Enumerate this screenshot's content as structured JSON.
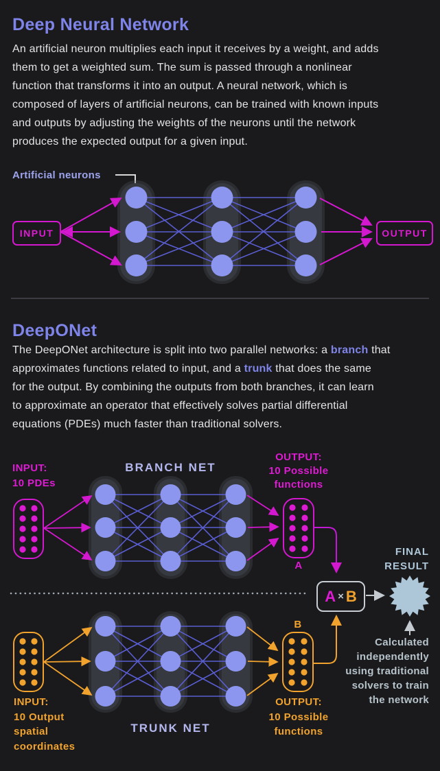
{
  "colors": {
    "background": "#1a1a1c",
    "heading_purple": "#7e84e8",
    "body_text": "#e4e4e6",
    "magenta": "#dd1bd3",
    "orange": "#f1a32e",
    "neuron_blue": "#8c96ef",
    "connection_blue": "#5a5ed2",
    "steel_blue": "#aec7d8",
    "note_gray": "#b6c3cb",
    "label_lavender": "#b4b8ee"
  },
  "dnn": {
    "title": "Deep Neural Network",
    "body": "An artificial neuron multiplies each input it receives by a weight, and adds\nthem to get a weighted sum. The sum is passed through a nonlinear\nfunction that transforms it into an output. A neural network, which is\ncomposed of layers of artificial neurons, can be trained with known inputs\nand outputs by adjusting the weights of the neurons until the network\nproduces the expected output for a given input.",
    "annotation": "Artificial neurons",
    "input_label": "INPUT",
    "output_label": "OUTPUT"
  },
  "deeponet": {
    "title": "DeepONet",
    "body_seg1": "The DeepONet architecture is split into two parallel networks: a ",
    "body_branch": "branch",
    "body_seg2": " that\napproximates functions related to input, and a ",
    "body_trunk": "trunk",
    "body_seg3": " that does the same\nfor the output. By combining the outputs from both branches, it can learn\nto approximate an operator that effectively solves partial differential\nequations (PDEs) much faster than traditional solvers.",
    "branch": {
      "input_label": "INPUT:\n10 PDEs",
      "net_label": "BRANCH NET",
      "output_label": "OUTPUT:\n10 Possible\nfunctions",
      "vector_label": "A"
    },
    "trunk": {
      "input_label": "INPUT:\n10 Output\nspatial\ncoordinates",
      "net_label": "TRUNK NET",
      "output_label": "OUTPUT:\n10 Possible\nfunctions",
      "vector_label": "B"
    },
    "combine": {
      "a": "A",
      "times": "×",
      "b": "B"
    },
    "final_label": "FINAL\nRESULT",
    "note": "Calculated\nindependently\nusing traditional\nsolvers to train\nthe network"
  }
}
